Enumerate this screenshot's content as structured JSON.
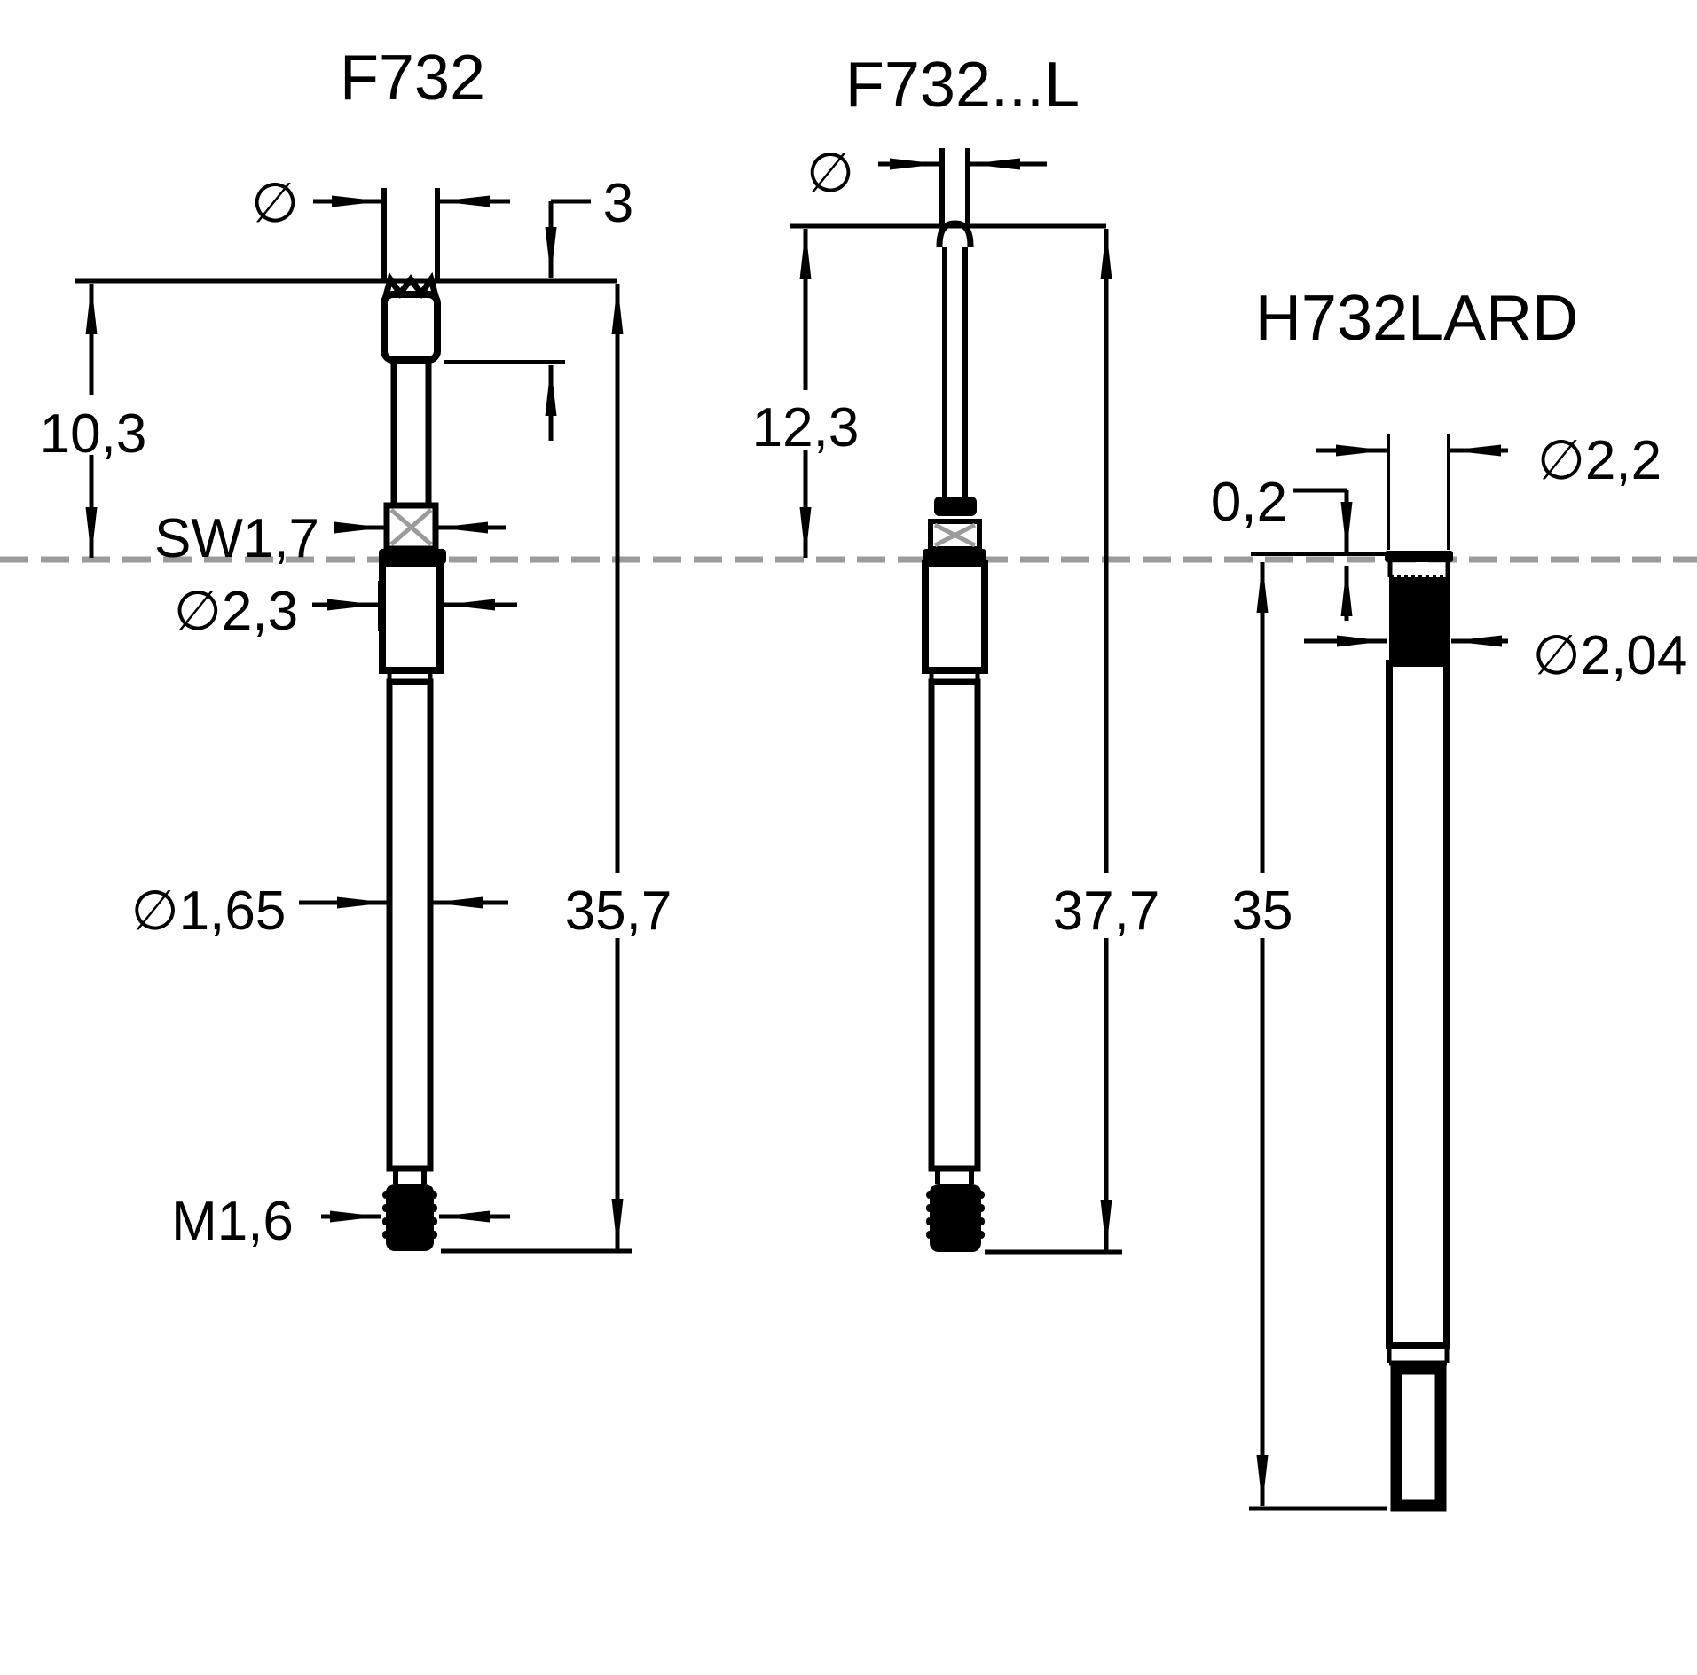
{
  "page": {
    "background": "#ffffff"
  },
  "colors": {
    "line": "#000000",
    "dashed_plane": "#9b9b9b"
  },
  "figures": {
    "f732": {
      "title": "F732",
      "labels": {
        "tip_diameter": "∅",
        "tip_length": "3",
        "length_above_plane": "10,3",
        "hex_wrench_size": "SW1,7",
        "barrel_diameter": "∅2,3",
        "shaft_diameter": "∅1,65",
        "mounting_length": "35,7",
        "thread": "M1,6"
      }
    },
    "f732l": {
      "title": "F732...L",
      "labels": {
        "tip_diameter": "∅",
        "length_above_plane": "12,3",
        "mounting_length": "37,7"
      }
    },
    "h732lard": {
      "title": "H732LARD",
      "labels": {
        "head_diameter": "∅2,2",
        "collar_height": "0,2",
        "press_fit_diameter": "∅2,04",
        "mounting_length": "35"
      }
    }
  }
}
